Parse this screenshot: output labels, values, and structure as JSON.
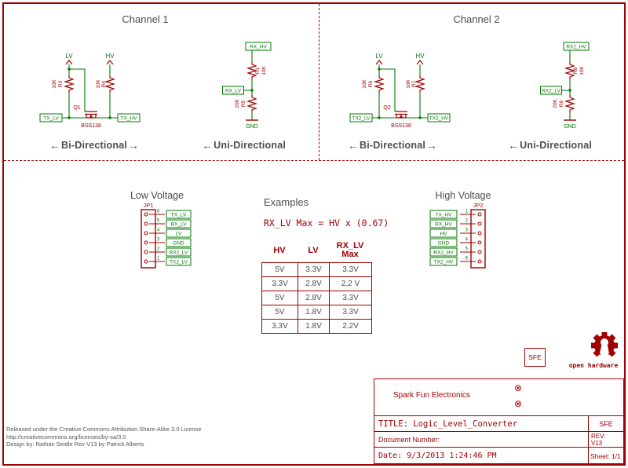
{
  "colors": {
    "schematic_maroon": "#a00000",
    "net_green": "#007a00",
    "text_gray": "#4d4d4d",
    "background": "#ffffff"
  },
  "icons": {
    "arrow_left": "←",
    "arrow_right": "→",
    "circle_x": "⊗"
  },
  "channels": {
    "ch1": {
      "title": "Channel 1",
      "bidi": {
        "lv": "LV",
        "hv": "HV",
        "rl_val": "10K",
        "rl_name": "R3",
        "rr_val": "10K",
        "rr_name": "R4",
        "q_name": "Q1",
        "q_val": "BSS138",
        "left_net": "TX_LV",
        "right_net": "TX_HV",
        "caption": "Bi-Directional"
      },
      "uni": {
        "top_net": "RX_HV",
        "r1_name": "R1",
        "r1_val": "10K",
        "mid_net": "RX_LV",
        "r2_name": "R5",
        "r2_val": "20K",
        "gnd": "GND",
        "caption": "Uni-Directional"
      }
    },
    "ch2": {
      "title": "Channel 2",
      "bidi": {
        "lv": "LV",
        "hv": "HV",
        "rl_val": "10K",
        "rl_name": "R6",
        "rr_val": "10K",
        "rr_name": "R7",
        "q_name": "Q2",
        "q_val": "BSS138",
        "left_net": "TX2_LV",
        "right_net": "TX2_HV",
        "caption": "Bi-Directional"
      },
      "uni": {
        "top_net": "RX2_HV",
        "r1_name": "R8",
        "r1_val": "10K",
        "mid_net": "RX2_LV",
        "r2_name": "R9",
        "r2_val": "20K",
        "gnd": "GND",
        "caption": "Uni-Directional"
      }
    }
  },
  "low_voltage": {
    "title": "Low Voltage",
    "ref": "JP1",
    "pins": [
      {
        "num": "6",
        "label": "TX_LV"
      },
      {
        "num": "5",
        "label": "RX_LV"
      },
      {
        "num": "4",
        "label": "LV"
      },
      {
        "num": "3",
        "label": "GND"
      },
      {
        "num": "2",
        "label": "RX2_LV"
      },
      {
        "num": "1",
        "label": "TX2_LV"
      }
    ]
  },
  "high_voltage": {
    "title": "High Voltage",
    "ref": "JP2",
    "pins": [
      {
        "num": "1",
        "label": "TX_HV"
      },
      {
        "num": "2",
        "label": "RX_HV"
      },
      {
        "num": "3",
        "label": "HV"
      },
      {
        "num": "4",
        "label": "GND"
      },
      {
        "num": "5",
        "label": "RX2_HV"
      },
      {
        "num": "6",
        "label": "TX2_HV"
      }
    ]
  },
  "examples": {
    "title": "Examples",
    "formula": "RX_LV Max = HV x (0.67)",
    "table": {
      "headers": [
        "HV",
        "LV",
        "RX_LV"
      ],
      "header_sub": "Max",
      "rows": [
        [
          "5V",
          "3.3V",
          "3.3V"
        ],
        [
          "3.3V",
          "2.8V",
          "2.2 V"
        ],
        [
          "5V",
          "2.8V",
          "3.3V"
        ],
        [
          "5V",
          "1.8V",
          "3.3V"
        ],
        [
          "3.3V",
          "1.8V",
          "2.2V"
        ]
      ]
    }
  },
  "title_block": {
    "company": "Spark Fun Electronics",
    "title_label": "TITLE:",
    "title_value": "Logic_Level_Converter",
    "doc_label": "Document Number:",
    "rev_label": "REV:",
    "rev_value": "V13",
    "date_label": "Date:",
    "date_value": "9/3/2013 1:24:46 PM",
    "sheet_label": "Sheet:",
    "sheet_value": "1/1",
    "sfe_badge": "SFE",
    "sfe_cell": "SFE",
    "open_hardware": "open hardware"
  },
  "footer": {
    "line1": "Released under the Creative Commons Attribution Share-Alike 3.0 License",
    "line2": "http://creativecommons.org/licenses/by-sa/3.0",
    "line3": "Design by: Nathan Seidle  Rev V13 by Patrick Alberts"
  }
}
